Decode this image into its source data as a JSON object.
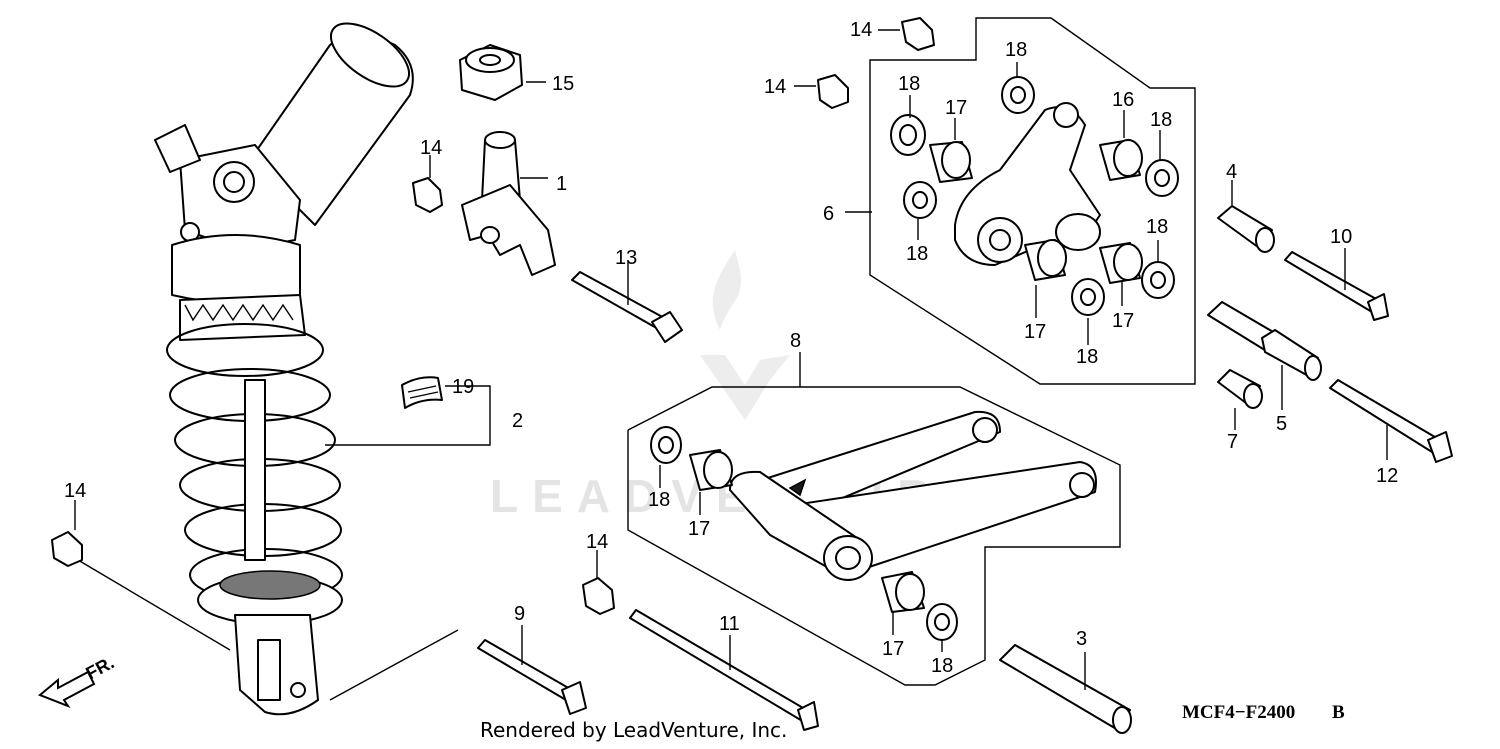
{
  "diagram": {
    "part_labels": {
      "p1": "1",
      "p2": "2",
      "p3": "3",
      "p4": "4",
      "p5": "5",
      "p6": "6",
      "p7": "7",
      "p8": "8",
      "p9": "9",
      "p10": "10",
      "p11": "11",
      "p12": "12",
      "p13": "13",
      "p14": "14",
      "p15": "15",
      "p16": "16",
      "p17": "17",
      "p18": "18",
      "p19": "19"
    },
    "watermark": "LEADVENTURE",
    "front_marker": "FR.",
    "diagram_code": "MCF4−F2400",
    "diagram_code_suffix": "B",
    "footer": "Rendered by LeadVenture, Inc."
  }
}
